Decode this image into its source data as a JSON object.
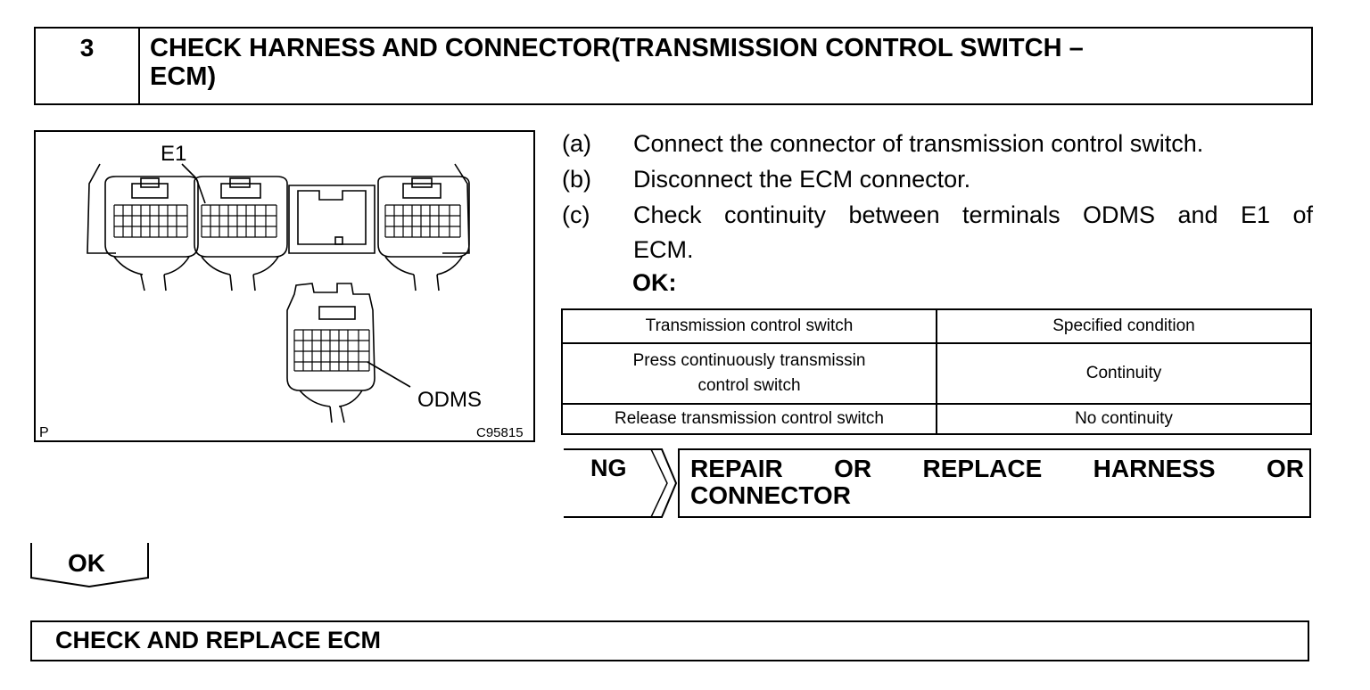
{
  "step": {
    "number": "3",
    "title_line1": "CHECK HARNESS AND CONNECTOR(TRANSMISSION CONTROL SWITCH –",
    "title_line2": "ECM)"
  },
  "figure": {
    "label_e1": "E1",
    "label_odms": "ODMS",
    "corner_left": "P",
    "figure_code": "C95815"
  },
  "instructions": [
    {
      "tag": "(a)",
      "text": "Connect the connector of transmission control switch."
    },
    {
      "tag": "(b)",
      "text": "Disconnect the ECM connector."
    },
    {
      "tag": "(c)",
      "text_line1": "Check continuity between terminals ODMS and E1 of",
      "text_line2": "ECM."
    }
  ],
  "ok_label": "OK:",
  "spec_table": {
    "headers": [
      "Transmission control switch",
      "Specified condition"
    ],
    "rows": [
      {
        "c1_line1": "Press continuously transmissin",
        "c1_line2": "control switch",
        "c2": "Continuity"
      },
      {
        "c1": "Release transmission control switch",
        "c2": "No continuity"
      }
    ]
  },
  "ng": {
    "label": "NG",
    "action_line1": "REPAIR OR REPLACE HARNESS OR",
    "action_line2": "CONNECTOR"
  },
  "ok_branch": {
    "label": "OK"
  },
  "final_step": {
    "text": "CHECK AND REPLACE ECM"
  }
}
